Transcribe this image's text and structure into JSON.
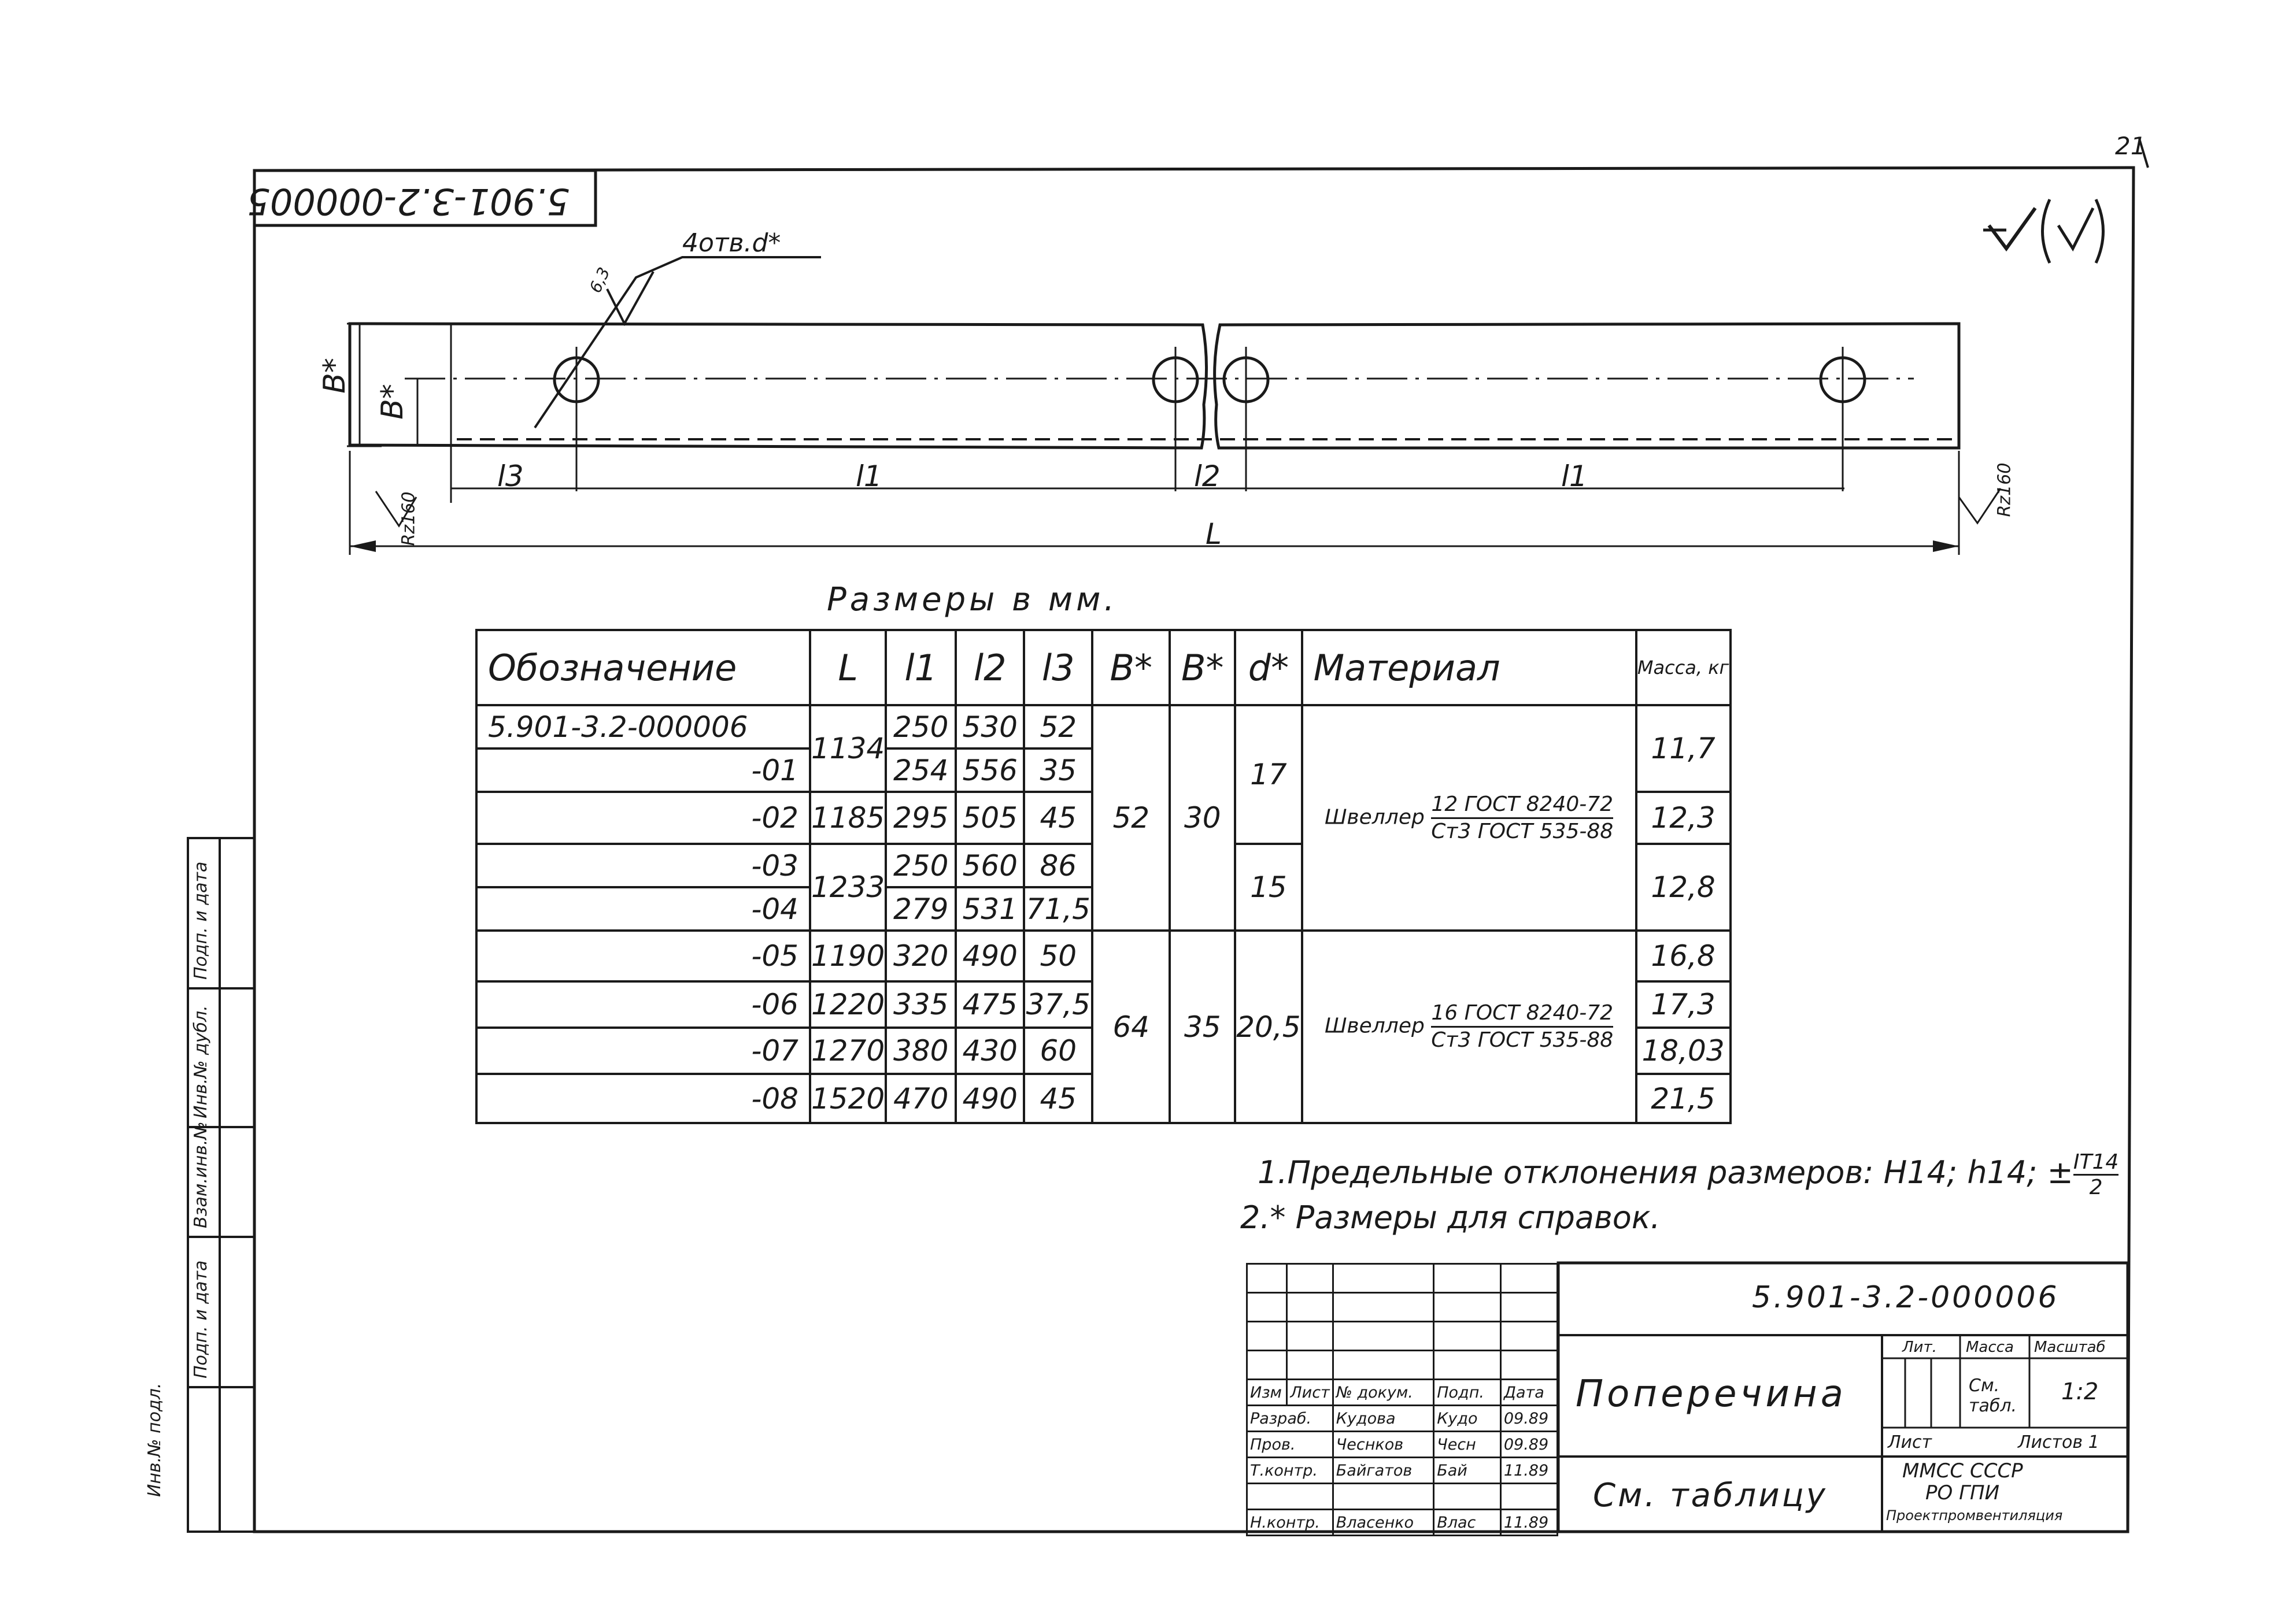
{
  "page": {
    "number": "21"
  },
  "doc_code_mirrored": "5.901-3.2-000005",
  "roughness": {
    "symbol": "√(✓)"
  },
  "drawing": {
    "hole_label": "4отв.d*",
    "roughness_value": "6,3",
    "dim_B_outer": "B*",
    "dim_B_inner": "B*",
    "dim_l3": "l3",
    "dim_l1_left": "l1",
    "dim_l2": "l2",
    "dim_l1_right": "l1",
    "dim_L": "L",
    "cut_left": "Rz160",
    "cut_right": "Rz160"
  },
  "table_caption": "Размеры в мм.",
  "table": {
    "headers": {
      "designation": "Обозначение",
      "L": "L",
      "l1": "l1",
      "l2": "l2",
      "l3": "l3",
      "B1": "B*",
      "B2": "B*",
      "d": "d*",
      "material": "Материал",
      "mass": "Масса, кг"
    },
    "rows": [
      {
        "designation": "5.901-3.2-000006",
        "l1": "250",
        "l2": "530",
        "l3": "52"
      },
      {
        "designation": "-01",
        "l1": "254",
        "l2": "556",
        "l3": "35"
      },
      {
        "designation": "-02",
        "L": "1185",
        "l1": "295",
        "l2": "505",
        "l3": "45",
        "mass": "12,3"
      },
      {
        "designation": "-03",
        "l1": "250",
        "l2": "560",
        "l3": "86"
      },
      {
        "designation": "-04",
        "l1": "279",
        "l2": "531",
        "l3": "71,5"
      },
      {
        "designation": "-05",
        "L": "1190",
        "l1": "320",
        "l2": "490",
        "l3": "50",
        "mass": "16,8"
      },
      {
        "designation": "-06",
        "L": "1220",
        "l1": "335",
        "l2": "475",
        "l3": "37,5",
        "mass": "17,3"
      },
      {
        "designation": "-07",
        "L": "1270",
        "l1": "380",
        "l2": "430",
        "l3": "60",
        "mass": "18,03"
      },
      {
        "designation": "-08",
        "L": "1520",
        "l1": "470",
        "l2": "490",
        "l3": "45",
        "mass": "21,5"
      }
    ],
    "merged": {
      "L_rows_0_1": "1134",
      "L_rows_3_4": "1233",
      "mass_rows_0_1": "11,7",
      "mass_rows_3_4": "12,8",
      "B1_group1": "52",
      "B2_group1": "30",
      "d_rows_0_2": "17",
      "d_rows_3_4": "15",
      "B1_group2": "64",
      "B2_group2": "35",
      "d_group2": "20,5",
      "material_group1": {
        "prefix": "Швеллер",
        "top": "12 ГОСТ 8240-72",
        "bottom": "Ст3 ГОСТ 535-88"
      },
      "material_group2": {
        "prefix": "Швеллер",
        "top": "16 ГОСТ 8240-72",
        "bottom": "Ст3 ГОСТ 535-88"
      }
    }
  },
  "notes": {
    "note1": "1.Предельные отклонения размеров: H14; h14; ±",
    "note1_frac_num": "IT14",
    "note1_frac_den": "2",
    "note2": "2.* Размеры для справок."
  },
  "side_stamp": [
    "Инв.№ подл.",
    "Подп. и дата",
    "Взам.инв.№",
    "Инв.№ дубл.",
    "Подп. и дата"
  ],
  "title_block": {
    "code": "5.901-3.2-000006",
    "title": "Поперечина",
    "material": "См. таблицу",
    "head_cells": [
      "Изм",
      "Лист",
      "№ докум.",
      "Подп.",
      "Дата"
    ],
    "people": [
      {
        "role": "Разраб.",
        "name": "Кудова",
        "sign": "Кудо",
        "date": "09.89"
      },
      {
        "role": "Пров.",
        "name": "Чеснков",
        "sign": "Чесн",
        "date": "09.89"
      },
      {
        "role": "Т.контр.",
        "name": "Байгатов",
        "sign": "Бай",
        "date": "11.89"
      },
      {
        "role": "Н.контр.",
        "name": "Власенко",
        "sign": "Влас",
        "date": "11.89"
      }
    ],
    "lit_label": "Лит.",
    "mass_label": "Масса",
    "scale_label": "Масштаб",
    "mass_value": "См. табл.",
    "scale_value": "1:2",
    "sheet_label": "Лист",
    "sheets_label": "Листов 1",
    "org": [
      "ММСС СССР",
      "РО ГПИ",
      "Проектпромвентиляция"
    ]
  }
}
